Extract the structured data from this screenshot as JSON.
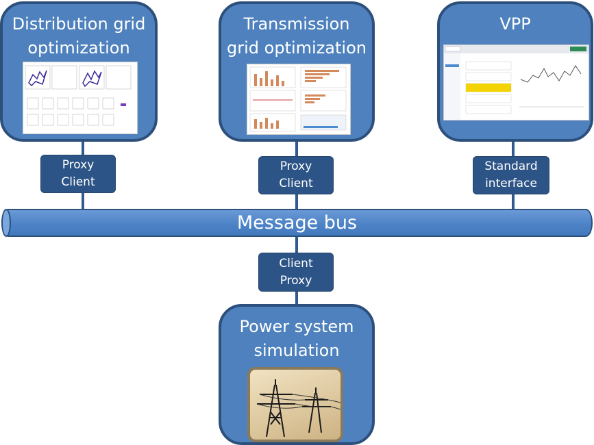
{
  "nodes": {
    "distribution": {
      "title": "Distribution grid\noptimization"
    },
    "transmission": {
      "title": "Transmission\ngrid optimization"
    },
    "vpp": {
      "title": "VPP"
    },
    "power": {
      "title": "Power system\nsimulation"
    }
  },
  "connectors": {
    "distribution": "Proxy\nClient",
    "transmission": "Proxy\nClient",
    "vpp": "Standard\ninterface",
    "power": "Client\nProxy"
  },
  "bus": {
    "label": "Message bus"
  },
  "icons": {
    "pylon": "power-pylon-icon"
  },
  "colors": {
    "node": "#4e81bd",
    "node_border": "#2c4f7c",
    "connector": "#2d5486"
  }
}
